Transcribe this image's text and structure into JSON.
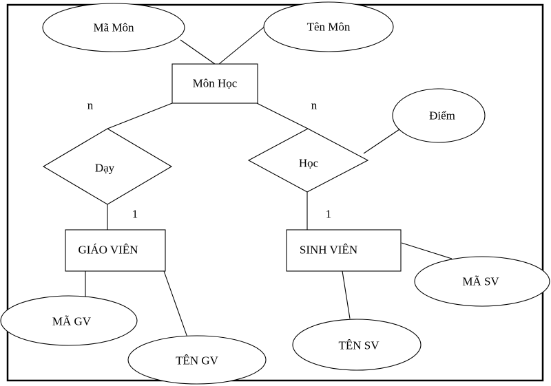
{
  "entities": {
    "mon_hoc": "Môn Học",
    "giao_vien": "GIÁO VIÊN",
    "sinh_vien": "SINH VIÊN"
  },
  "relationships": {
    "day": "Dạy",
    "hoc": "Học"
  },
  "attributes": {
    "ma_mon": "Mã Môn",
    "ten_mon": "Tên Môn",
    "diem": "Điểm",
    "ma_gv": "MÃ GV",
    "ten_gv": "TÊN GV",
    "ma_sv": "MÃ SV",
    "ten_sv": "TÊN SV"
  },
  "cardinalities": {
    "day_monhoc": "n",
    "hoc_monhoc": "n",
    "day_giaovien": "1",
    "hoc_sinhvien": "1"
  }
}
